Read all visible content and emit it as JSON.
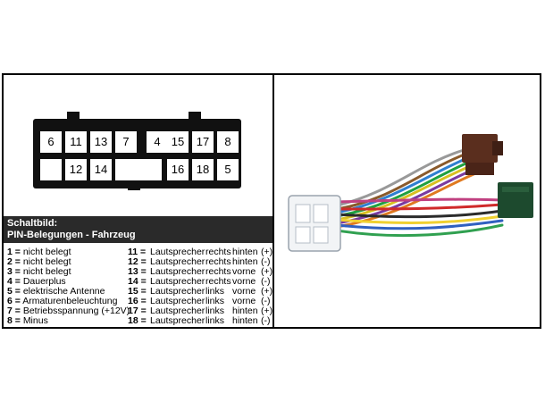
{
  "connector_pins": {
    "top": [
      {
        "pos": 1,
        "label": "6"
      },
      {
        "pos": 2,
        "label": "11"
      },
      {
        "pos": 3,
        "label": "13"
      },
      {
        "pos": 4,
        "label": "7"
      },
      {
        "pos": 5,
        "label": "4"
      },
      {
        "pos": 6,
        "label": "15"
      },
      {
        "pos": 7,
        "label": "17"
      },
      {
        "pos": 8,
        "label": "8"
      }
    ],
    "bottom": [
      {
        "pos": 1,
        "label": ""
      },
      {
        "pos": 2,
        "label": "12"
      },
      {
        "pos": 3,
        "label": "14"
      },
      {
        "pos": 4,
        "label": ""
      },
      {
        "pos": 6,
        "label": "16"
      },
      {
        "pos": 7,
        "label": "18"
      },
      {
        "pos": 8,
        "label": "5"
      }
    ]
  },
  "header": {
    "title": "Schaltbild:",
    "subtitle": "PIN-Belegungen - Fahrzeug"
  },
  "legend_left": [
    {
      "num": "1 =",
      "text": "nicht belegt"
    },
    {
      "num": "2 =",
      "text": "nicht belegt"
    },
    {
      "num": "3 =",
      "text": "nicht belegt"
    },
    {
      "num": "4 =",
      "text": "Dauerplus"
    },
    {
      "num": "5 =",
      "text": "elektrische Antenne"
    },
    {
      "num": "6 =",
      "text": "Armaturenbeleuchtung"
    },
    {
      "num": "7 =",
      "text": "Betriebsspannung (+12V)"
    },
    {
      "num": "8 =",
      "text": "Minus"
    }
  ],
  "legend_right": [
    {
      "num": "11 =",
      "what": "Lautsprecher",
      "side": "rechts",
      "pos": "hinten",
      "pol": "(+)"
    },
    {
      "num": "12 =",
      "what": "Lautsprecher",
      "side": "rechts",
      "pos": "hinten",
      "pol": "(-)"
    },
    {
      "num": "13 =",
      "what": "Lautsprecher",
      "side": "rechts",
      "pos": "vorne",
      "pol": "(+)"
    },
    {
      "num": "14 =",
      "what": "Lautsprecher",
      "side": "rechts",
      "pos": "vorne",
      "pol": "(-)"
    },
    {
      "num": "15 =",
      "what": "Lautsprecher",
      "side": "links",
      "pos": "vorne",
      "pol": "(+)"
    },
    {
      "num": "16 =",
      "what": "Lautsprecher",
      "side": "links",
      "pos": "vorne",
      "pol": "(-)"
    },
    {
      "num": "17 =",
      "what": "Lautsprecher",
      "side": "links",
      "pos": "hinten",
      "pol": "(+)"
    },
    {
      "num": "18 =",
      "what": "Lautsprecher",
      "side": "links",
      "pos": "hinten",
      "pol": "(-)"
    }
  ],
  "colors": {
    "connector": "#111111",
    "header_bg": "#2a2a2a",
    "plug_white": "#f2f4f6",
    "iso_brown": "#5a2e1e",
    "iso_green": "#1d4a2e"
  }
}
